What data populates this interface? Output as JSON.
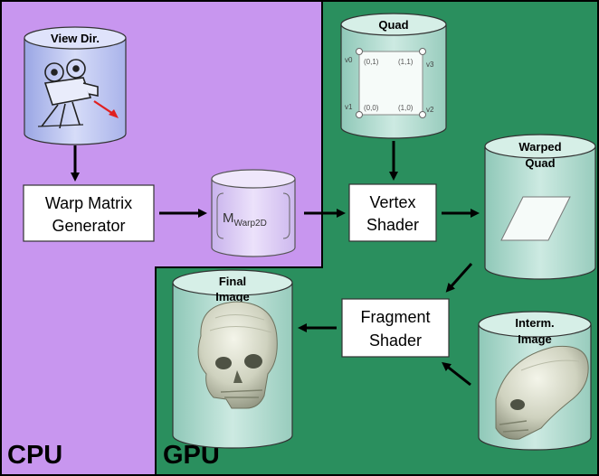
{
  "regions": {
    "cpu_label": "CPU",
    "gpu_label": "GPU"
  },
  "nodes": {
    "view_dir": {
      "title": "View Dir."
    },
    "warp_matrix_generator": {
      "line1": "Warp Matrix",
      "line2": "Generator"
    },
    "m_warp2d": {
      "main": "M",
      "subscript": "Warp2D"
    },
    "quad": {
      "title": "Quad",
      "vertices": {
        "v0": "v0",
        "v1": "v1",
        "v2": "v2",
        "v3": "v3"
      },
      "uv": {
        "tl": "(0,1)",
        "tr": "(1,1)",
        "bl": "(0,0)",
        "br": "(1,0)"
      }
    },
    "vertex_shader": {
      "line1": "Vertex",
      "line2": "Shader"
    },
    "warped_quad": {
      "line1": "Warped",
      "line2": "Quad"
    },
    "fragment_shader": {
      "line1": "Fragment",
      "line2": "Shader"
    },
    "final_image": {
      "line1": "Final",
      "line2": "Image"
    },
    "interm_image": {
      "line1": "Interm.",
      "line2": "Image"
    }
  },
  "colors": {
    "cpu_bg": "#c896ef",
    "gpu_bg": "#2a8f5e",
    "cylinder_fill": "#b5ddd2",
    "cylinder_blue": "#b8c2ef",
    "cylinder_lavender": "#d8c6f2",
    "box_fill": "#ffffff",
    "arrow": "#000000",
    "view_arrow": "#e02020"
  }
}
